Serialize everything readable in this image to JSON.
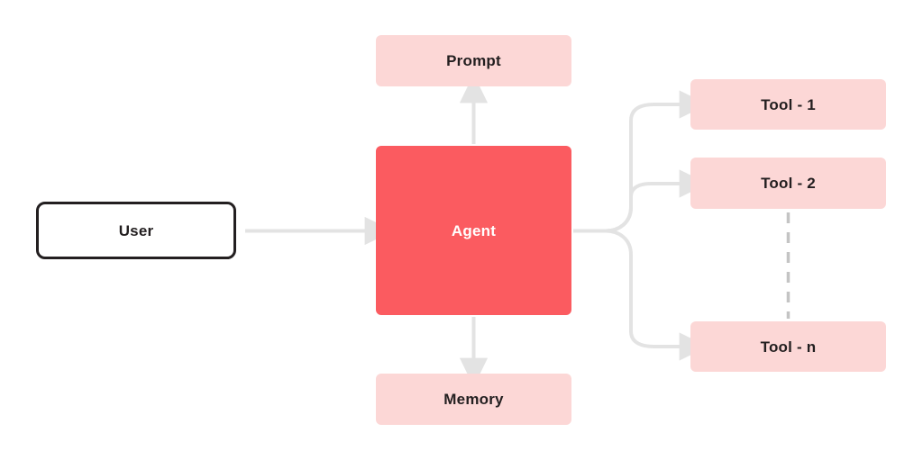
{
  "diagram": {
    "title": "Agent architecture diagram",
    "background_color": "#ffffff",
    "colors": {
      "agent_fill": "#fb5b60",
      "agent_text": "#ffffff",
      "pink_fill": "#fcd7d6",
      "node_text": "#231f20",
      "user_border": "#231f20",
      "user_fill": "#ffffff",
      "connector": "#e3e3e3",
      "dashed_connector": "#c4c4c4"
    },
    "nodes": {
      "user": {
        "label": "User",
        "shape": "rounded-rectangle-outlined"
      },
      "agent": {
        "label": "Agent",
        "shape": "rectangle-filled"
      },
      "prompt": {
        "label": "Prompt",
        "shape": "rounded-rectangle-filled"
      },
      "memory": {
        "label": "Memory",
        "shape": "rounded-rectangle-filled"
      },
      "tools": [
        {
          "label": "Tool - 1",
          "shape": "rounded-rectangle-filled"
        },
        {
          "label": "Tool - 2",
          "shape": "rounded-rectangle-filled"
        },
        {
          "label": "Tool - n",
          "shape": "rounded-rectangle-filled"
        }
      ]
    },
    "connectors": [
      {
        "from": "user",
        "to": "agent",
        "style": "solid-arrow",
        "direction": "right"
      },
      {
        "from": "agent",
        "to": "prompt",
        "style": "solid-arrow",
        "direction": "up"
      },
      {
        "from": "agent",
        "to": "memory",
        "style": "solid-arrow",
        "direction": "down"
      },
      {
        "from": "agent",
        "to": "tool-1",
        "style": "solid-arrow-branch",
        "direction": "right"
      },
      {
        "from": "agent",
        "to": "tool-2",
        "style": "solid-arrow-branch",
        "direction": "right"
      },
      {
        "from": "agent",
        "to": "tool-n",
        "style": "solid-arrow-branch",
        "direction": "right"
      },
      {
        "from": "tool-2",
        "to": "tool-n",
        "style": "dashed-ellipsis",
        "direction": "down"
      }
    ]
  }
}
